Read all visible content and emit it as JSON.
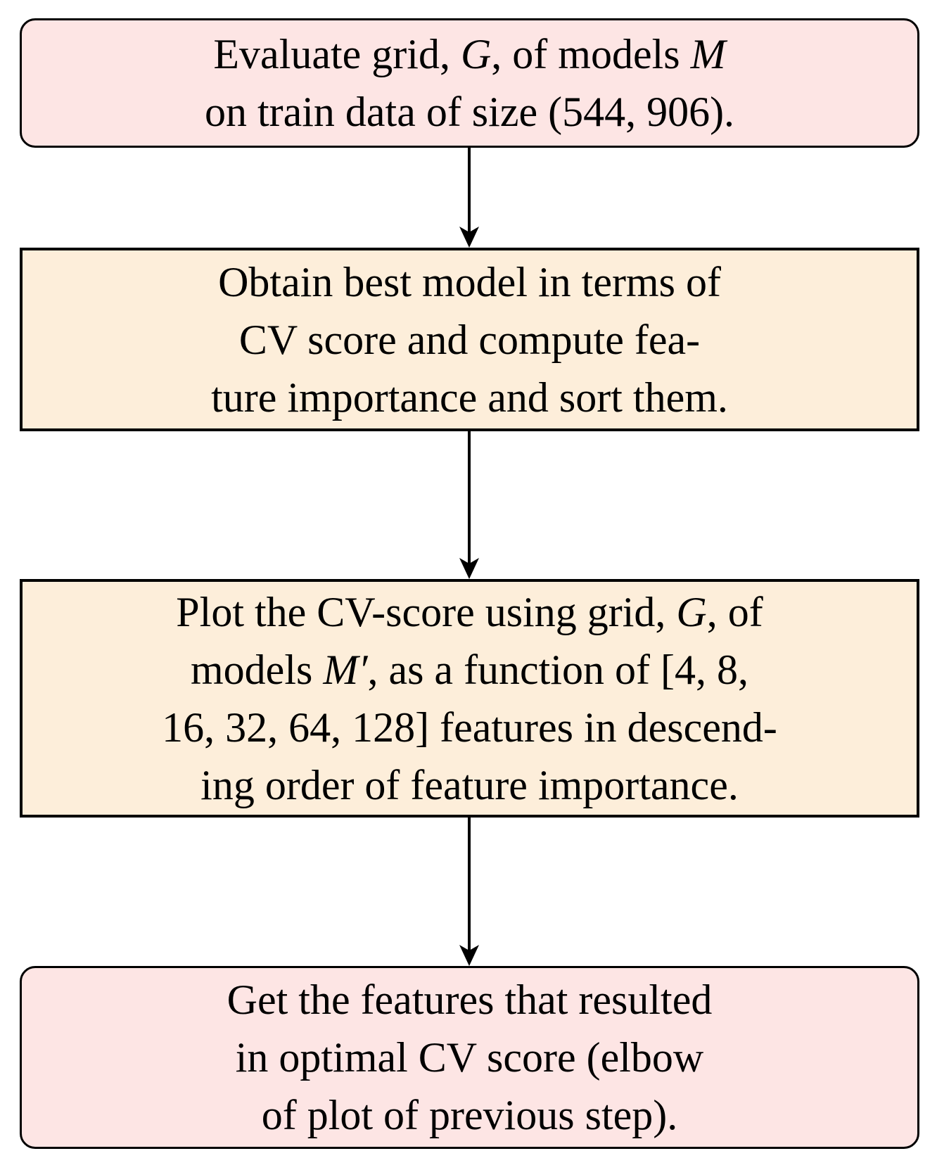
{
  "diagram": {
    "type": "flowchart",
    "background": "#ffffff",
    "colors": {
      "border": "#000000",
      "arrow": "#000000",
      "text": "#000000",
      "pink_fill": "#fde5e4",
      "peach_fill": "#fdeeda"
    },
    "boxes": [
      {
        "id": "evaluate-grid",
        "shape": "rounded",
        "fill": "#fde5e4",
        "lines": [
          [
            {
              "t": "Evaluate grid, "
            },
            {
              "t": "G",
              "i": true
            },
            {
              "t": ", of models "
            },
            {
              "t": "M",
              "i": true
            }
          ],
          [
            {
              "t": "on train data of size (544, 906)."
            }
          ]
        ]
      },
      {
        "id": "obtain-best-model",
        "shape": "rect",
        "fill": "#fdeeda",
        "lines": [
          [
            {
              "t": "Obtain best model in terms of"
            }
          ],
          [
            {
              "t": "CV score and compute fea-"
            }
          ],
          [
            {
              "t": "ture importance and sort them."
            }
          ]
        ]
      },
      {
        "id": "plot-cv-score",
        "shape": "rect",
        "fill": "#fdeeda",
        "lines": [
          [
            {
              "t": "Plot the CV-score using grid, "
            },
            {
              "t": "G",
              "i": true
            },
            {
              "t": ", of"
            }
          ],
          [
            {
              "t": "models "
            },
            {
              "t": "M′",
              "i": true
            },
            {
              "t": ", as a function of [4, 8,"
            }
          ],
          [
            {
              "t": "16, 32, 64, 128] features in descend-"
            }
          ],
          [
            {
              "t": "ing order of feature importance."
            }
          ]
        ]
      },
      {
        "id": "get-features",
        "shape": "rounded",
        "fill": "#fde5e4",
        "lines": [
          [
            {
              "t": "Get the features that resulted"
            }
          ],
          [
            {
              "t": "in optimal CV score (elbow"
            }
          ],
          [
            {
              "t": "of plot of previous step)."
            }
          ]
        ]
      }
    ],
    "arrows": [
      {
        "id": "arrow-1",
        "from": "evaluate-grid",
        "to": "obtain-best-model"
      },
      {
        "id": "arrow-2",
        "from": "obtain-best-model",
        "to": "plot-cv-score"
      },
      {
        "id": "arrow-3",
        "from": "plot-cv-score",
        "to": "get-features"
      }
    ]
  }
}
